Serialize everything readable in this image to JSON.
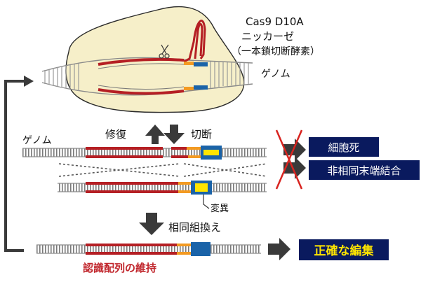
{
  "enzyme": {
    "name": "Cas9 D10A",
    "type": "ニッカーゼ",
    "description": "（一本鎖切断酵素）"
  },
  "labels": {
    "genome_top": "ゲノム",
    "genome_left": "ゲノム",
    "repair": "修復",
    "cleave": "切断",
    "mutation": "変異",
    "homologous_recombination": "相同組換え",
    "recognition_maintained": "認識配列の維持"
  },
  "outcomes": {
    "cell_death": "細胞死",
    "nhej": "非相同末端結合",
    "precise_edit": "正確な編集"
  },
  "colors": {
    "cas9_body": "#f6efc9",
    "guide_rna": "#b51f24",
    "pam_orange": "#f39a22",
    "target_blue": "#1a63a8",
    "mutation_yellow": "#ffe500",
    "outcome_box": "#0a1a5e",
    "precise_box": "#0a1a5e",
    "precise_text": "#ffe500",
    "arrow": "#3a3a3a",
    "cross": "#d8231f",
    "recognition_text": "#c1272d"
  },
  "icons": {
    "scissors": "scissors-icon"
  }
}
